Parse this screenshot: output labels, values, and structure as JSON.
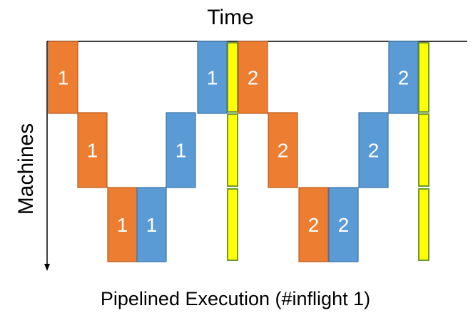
{
  "time_label": "Time",
  "machines_label": "Machines",
  "caption": "Pipelined Execution (#inflight 1)",
  "colors": {
    "forward_fill": "#ED7D31",
    "forward_stroke": "#B85A1F",
    "backward_fill": "#5B9BD5",
    "backward_stroke": "#3A72A8",
    "sync_fill": "#FFFF00",
    "sync_stroke": "#6E9A2E",
    "label_text": "#FFFFFF",
    "axis": "#000000"
  },
  "blocks": [
    {
      "kind": "forward",
      "machine": 1,
      "label": "1"
    },
    {
      "kind": "forward",
      "machine": 2,
      "label": "1"
    },
    {
      "kind": "forward",
      "machine": 3,
      "label": "1"
    },
    {
      "kind": "backward",
      "machine": 3,
      "label": "1"
    },
    {
      "kind": "backward",
      "machine": 2,
      "label": "1"
    },
    {
      "kind": "backward",
      "machine": 1,
      "label": "1"
    },
    {
      "kind": "forward",
      "machine": 1,
      "label": "2"
    },
    {
      "kind": "forward",
      "machine": 2,
      "label": "2"
    },
    {
      "kind": "forward",
      "machine": 3,
      "label": "2"
    },
    {
      "kind": "backward",
      "machine": 3,
      "label": "2"
    },
    {
      "kind": "backward",
      "machine": 2,
      "label": "2"
    },
    {
      "kind": "backward",
      "machine": 1,
      "label": "2"
    }
  ],
  "syncs": [
    {
      "after_block": 6,
      "machines": [
        1,
        2,
        3
      ]
    },
    {
      "after_block": 12,
      "machines": [
        1,
        2,
        3
      ]
    }
  ]
}
